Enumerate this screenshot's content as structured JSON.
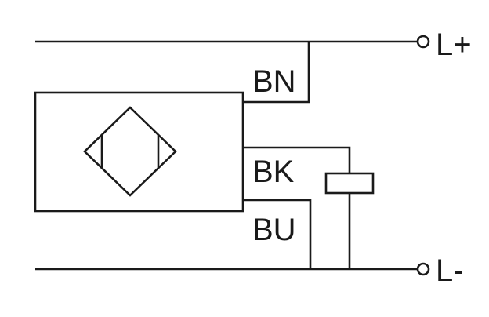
{
  "diagram": {
    "wire_labels": {
      "brown": "BN",
      "black": "BK",
      "blue": "BU"
    },
    "terminal_labels": {
      "positive": "L+",
      "negative": "L-"
    },
    "colors": {
      "line": "#1a1a1a",
      "background": "#ffffff"
    }
  }
}
